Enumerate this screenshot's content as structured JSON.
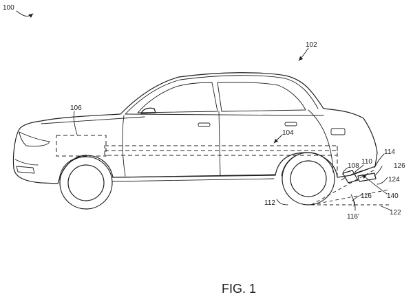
{
  "figure": {
    "caption": "FIG. 1",
    "labels": {
      "system": "100",
      "vehicle": "102",
      "body_component": "104",
      "front_component": "106",
      "sensor_housing": "108",
      "bracket": "110",
      "ground_point": "112",
      "rear_point": "114",
      "beam": "116",
      "beam_alt": "116'",
      "lower_ref": "122",
      "range": "124",
      "upper_ref": "126",
      "angle": "140"
    }
  }
}
